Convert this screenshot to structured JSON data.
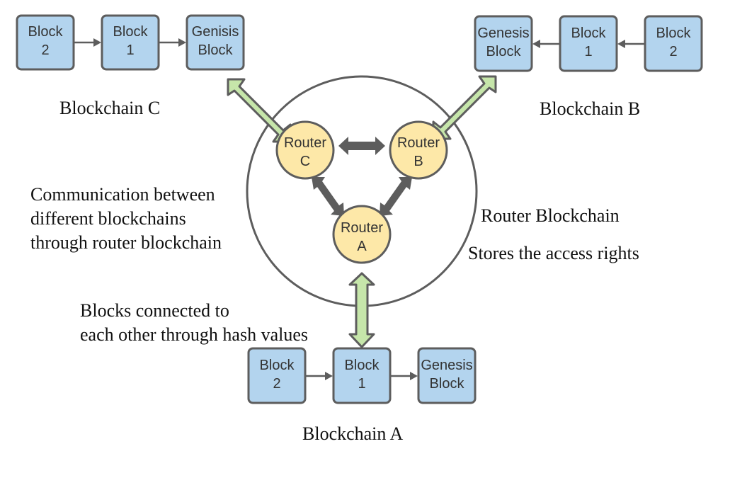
{
  "diagram": {
    "blockchains": {
      "C": {
        "label": "Blockchain C",
        "blocks": [
          {
            "line1": "Block",
            "line2": "2"
          },
          {
            "line1": "Block",
            "line2": "1"
          },
          {
            "line1": "Genisis",
            "line2": "Block"
          }
        ]
      },
      "B": {
        "label": "Blockchain B",
        "blocks": [
          {
            "line1": "Genesis",
            "line2": "Block"
          },
          {
            "line1": "Block",
            "line2": "1"
          },
          {
            "line1": "Block",
            "line2": "2"
          }
        ]
      },
      "A": {
        "label": "Blockchain A",
        "blocks": [
          {
            "line1": "Block",
            "line2": "2"
          },
          {
            "line1": "Block",
            "line2": "1"
          },
          {
            "line1": "Genesis",
            "line2": "Block"
          }
        ]
      }
    },
    "routers": {
      "C": {
        "line1": "Router",
        "line2": "C"
      },
      "B": {
        "line1": "Router",
        "line2": "B"
      },
      "A": {
        "line1": "Router",
        "line2": "A"
      }
    },
    "annotations": {
      "communication": [
        "Communication between",
        "different blockchains",
        "through router blockchain"
      ],
      "router_blockchain": "Router Blockchain",
      "access_rights": "Stores the access rights",
      "hash_link": [
        "Blocks connected to",
        "each other through hash values"
      ]
    },
    "colors": {
      "block_fill": "#b3d4ee",
      "router_fill": "#fde8a8",
      "link_arrow_fill": "#c6e6aa",
      "stroke": "#5d5d5d"
    }
  }
}
